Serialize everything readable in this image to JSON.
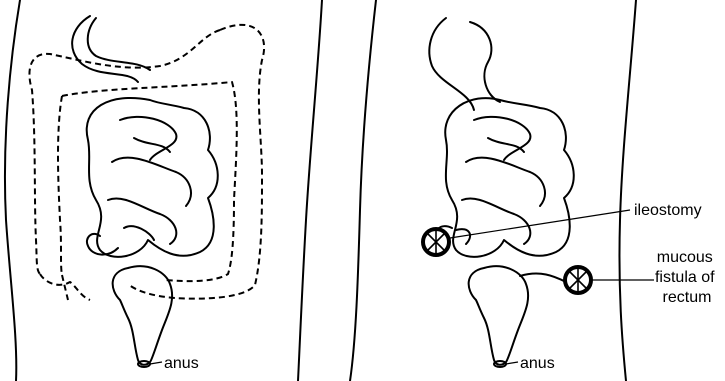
{
  "labels": {
    "left_anus": "anus",
    "right_anus": "anus",
    "ileostomy": "ileostomy",
    "mucous_fistula": [
      "mucous",
      "fistula of",
      "rectum"
    ]
  },
  "colors": {
    "ink": "#000000",
    "background": "#ffffff"
  }
}
